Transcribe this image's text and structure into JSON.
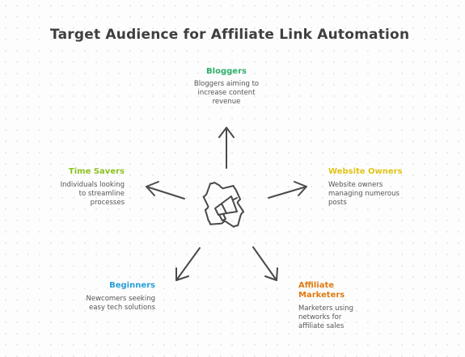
{
  "title": "Target Audience for Affiliate Link Automation",
  "center_icon": "megaphone-gear-icon",
  "colors": {
    "bloggers": "#2fae6a",
    "website_owners": "#e0c419",
    "affiliate_marketers": "#e07a12",
    "beginners": "#2a9fd8",
    "time_savers": "#8cc21e",
    "stroke": "#4a4a4a"
  },
  "audiences": {
    "bloggers": {
      "title": "Bloggers",
      "lines": [
        "Bloggers aiming to",
        "increase content",
        "revenue"
      ]
    },
    "website_owners": {
      "title": "Website Owners",
      "lines": [
        "Website owners",
        "managing numerous",
        "posts"
      ]
    },
    "affiliate_marketers": {
      "title_lines": [
        "Affiliate",
        "Marketers"
      ],
      "lines": [
        "Marketers using",
        "networks for",
        "affiliate sales"
      ]
    },
    "beginners": {
      "title": "Beginners",
      "lines": [
        "Newcomers seeking",
        "easy tech solutions"
      ]
    },
    "time_savers": {
      "title": "Time Savers",
      "lines": [
        "Individuals looking",
        "to streamline",
        "processes"
      ]
    }
  }
}
